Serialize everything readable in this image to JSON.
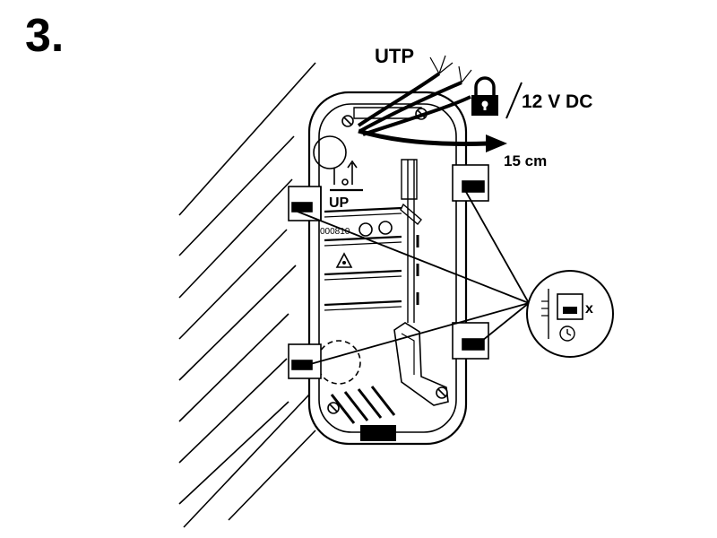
{
  "diagram": {
    "step_number": "3.",
    "cable_label": "UTP",
    "power_label": "12 V DC",
    "length_label": "15 cm",
    "orientation_label": "UP",
    "box_code_label": "000810",
    "detail_mark": "x"
  },
  "icons": {
    "lock": "lock-icon",
    "warning": "warning-triangle-icon",
    "up_arrow": "up-arrow-icon",
    "clock": "clock-icon"
  },
  "colors": {
    "line": "#000000",
    "background": "#ffffff"
  }
}
